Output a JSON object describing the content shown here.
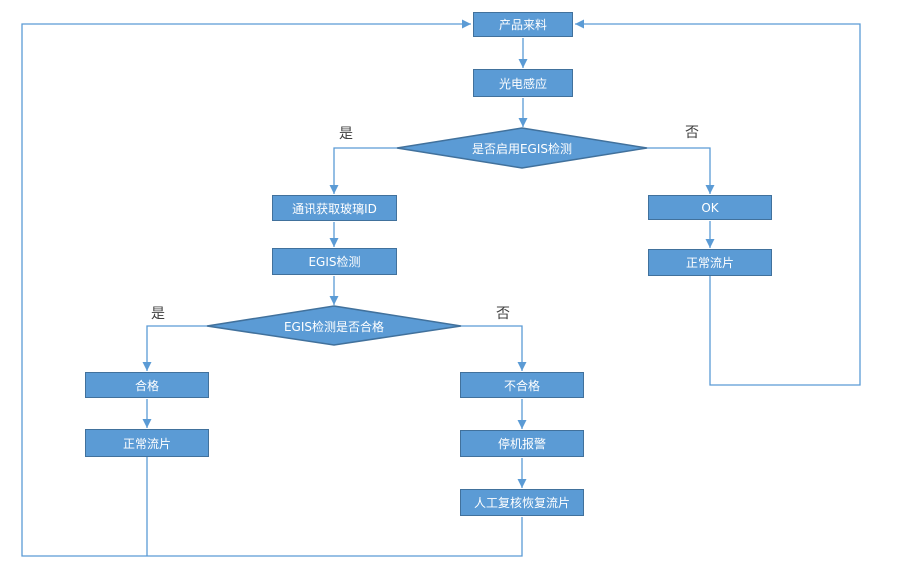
{
  "diagram": {
    "colors": {
      "node_fill": "#5B9BD5",
      "node_border": "#41719C",
      "connector": "#5B9BD5",
      "node_text": "#FFFFFF",
      "branch_label_text": "#404040",
      "background": "#FFFFFF"
    },
    "nodes": {
      "product_incoming": {
        "label": "产品来料"
      },
      "photo_sensor": {
        "label": "光电感应"
      },
      "comm_get_glass_id": {
        "label": "通讯获取玻璃ID"
      },
      "egis_test": {
        "label": "EGIS检测"
      },
      "pass": {
        "label": "合格"
      },
      "normal_flow_left": {
        "label": "正常流片"
      },
      "fail": {
        "label": "不合格"
      },
      "stop_alarm": {
        "label": "停机报警"
      },
      "manual_review_resume": {
        "label": "人工复核恢复流片"
      },
      "ok": {
        "label": "OK"
      },
      "normal_flow_right": {
        "label": "正常流片"
      }
    },
    "decisions": {
      "enable_egis": {
        "label": "是否启用EGIS检测"
      },
      "egis_pass": {
        "label": "EGIS检测是否合格"
      }
    },
    "branch_labels": {
      "enable_egis_yes": "是",
      "enable_egis_no": "否",
      "egis_pass_yes": "是",
      "egis_pass_no": "否"
    }
  }
}
